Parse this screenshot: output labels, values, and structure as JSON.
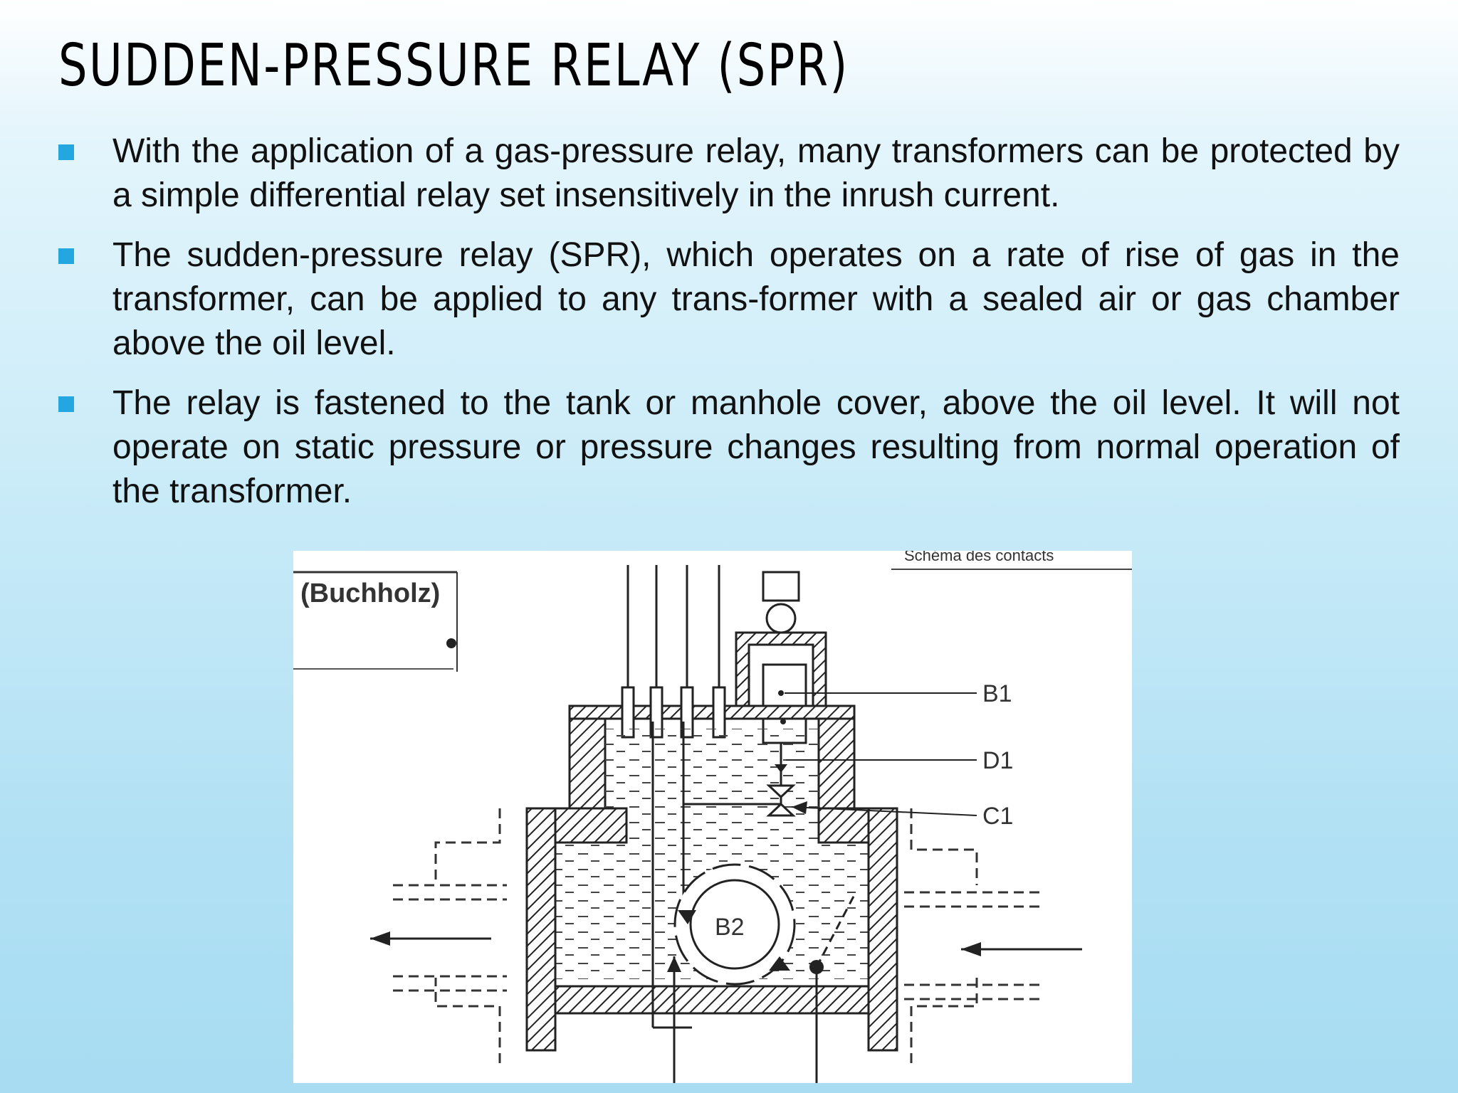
{
  "slide": {
    "title": "SUDDEN-PRESSURE RELAY (SPR)",
    "bullets": [
      "With the application of a gas-pressure relay, many transformers can be protected by a simple differential relay set insensitively in the inrush current.",
      "The sudden-pressure relay (SPR), which operates on a rate of rise of gas in the transformer, can be applied to any trans-former with a sealed air or gas chamber above the oil level.",
      "The relay is fastened to the tank or manhole cover, above the oil level. It will not operate on static pressure or pressure changes resulting from normal operation of the transformer."
    ],
    "accent_color": "#24a7e0"
  },
  "figure": {
    "header_text": "Schéma des contacts",
    "box_label": "(Buchholz)",
    "label_b1": "B1",
    "label_d1": "D1",
    "label_c1": "C1",
    "label_b2": "B2"
  }
}
